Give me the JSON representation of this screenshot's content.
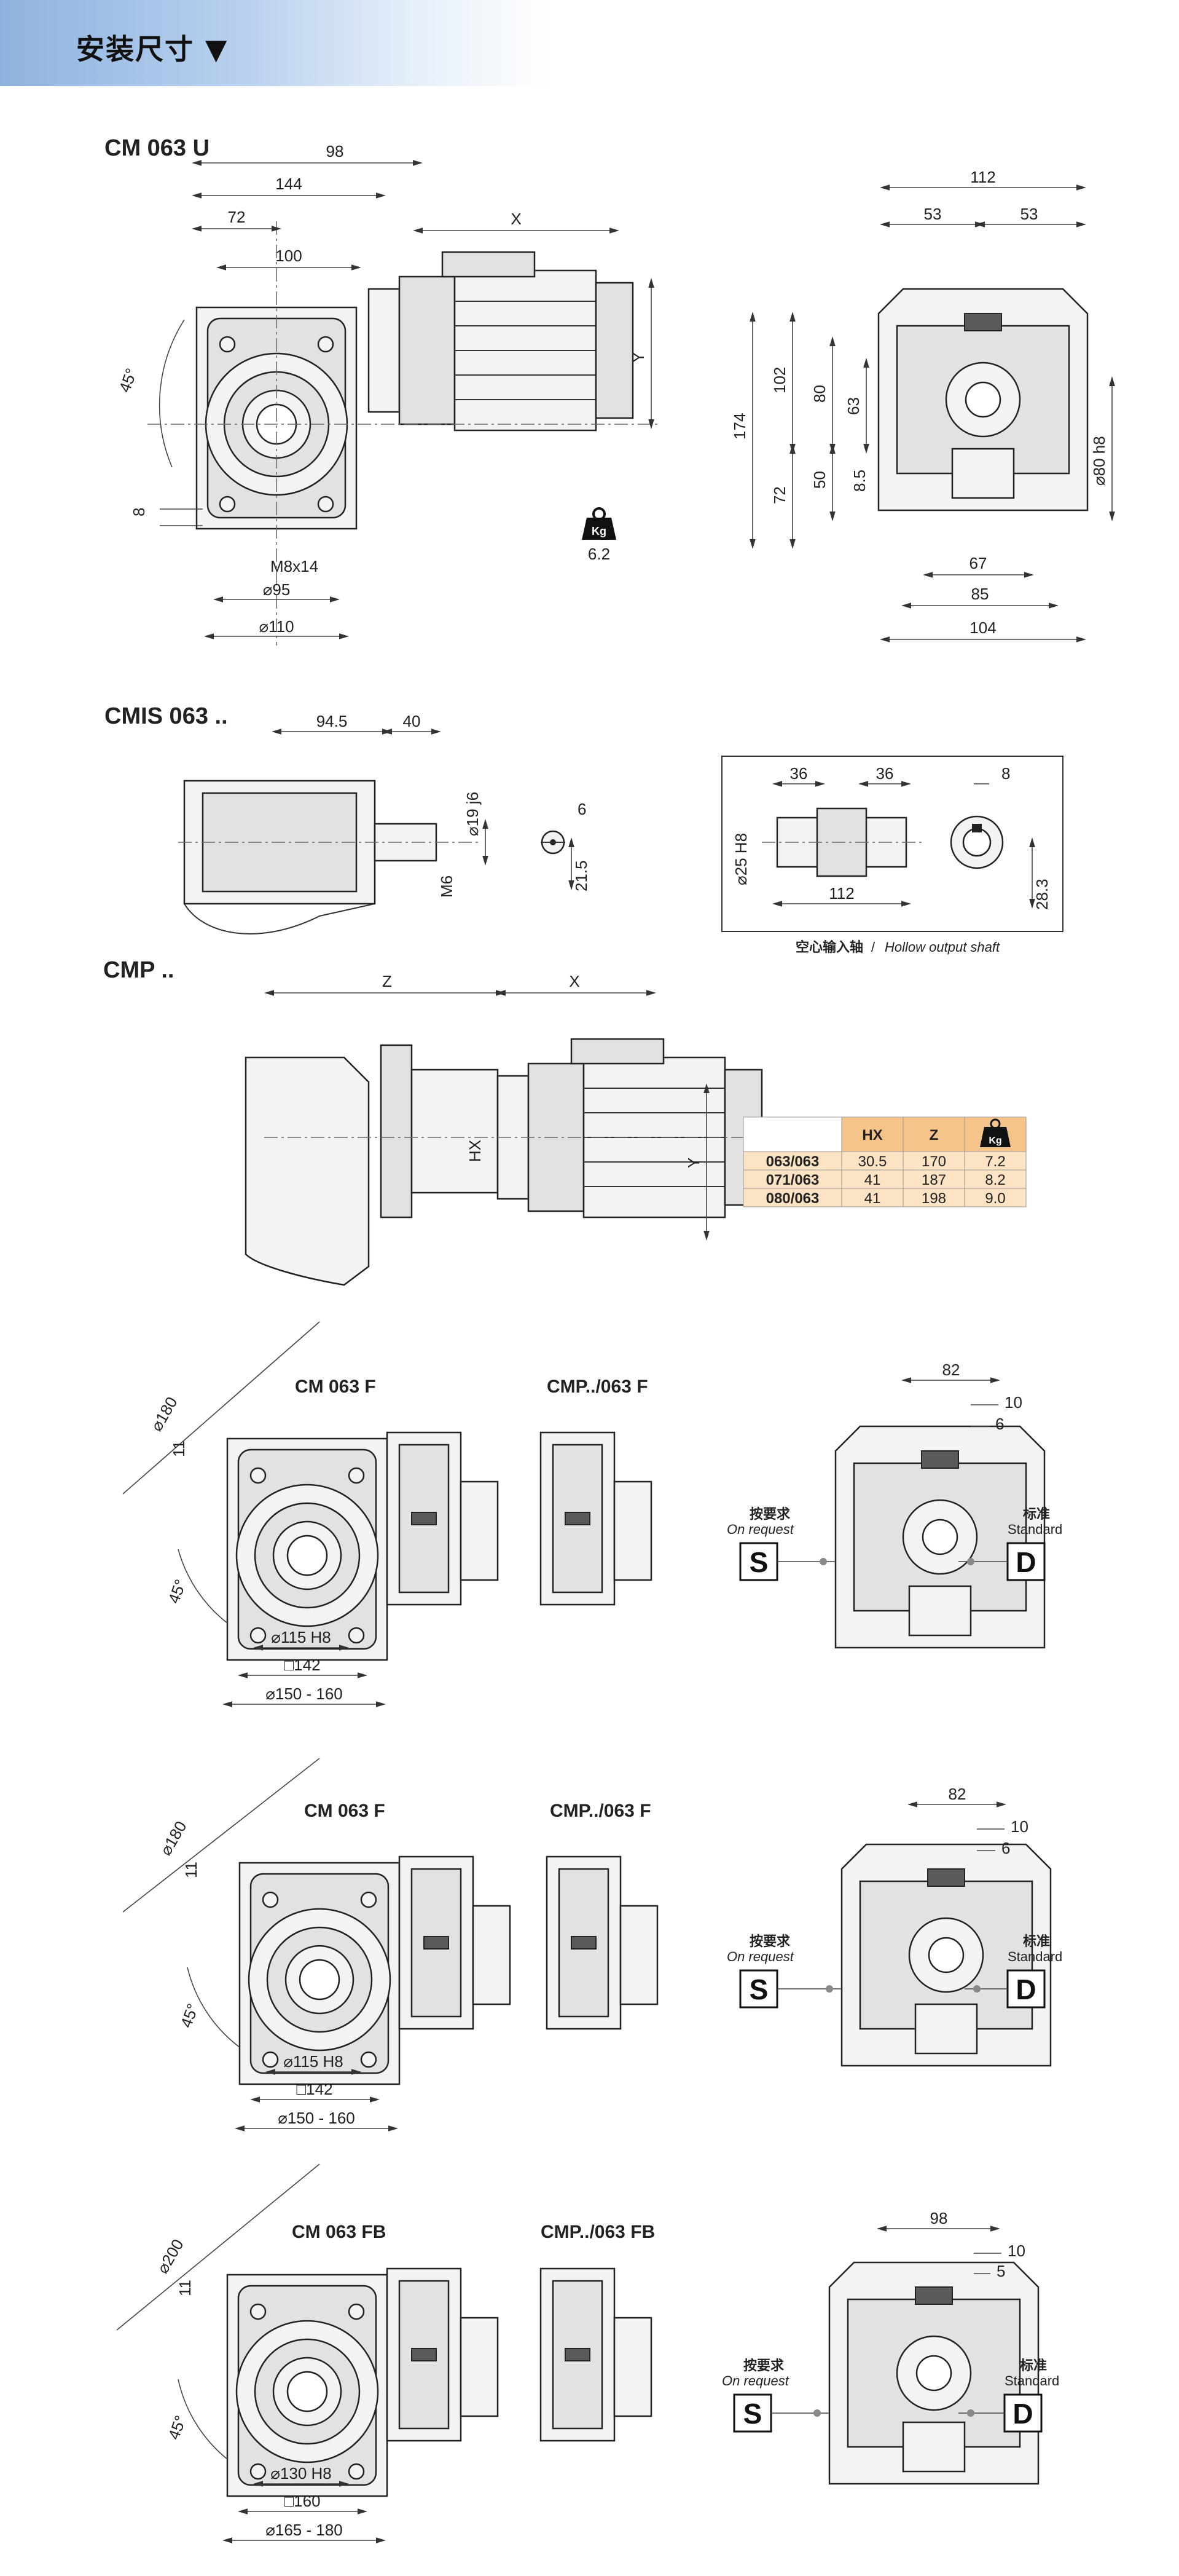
{
  "header": {
    "title": "安装尺寸 ▼"
  },
  "sections": {
    "cm063u": {
      "title": "CM 063 U",
      "dims_front": [
        "98",
        "144",
        "72",
        "100",
        "45°",
        "8",
        "M8x14",
        "⌀95",
        "⌀110",
        "X",
        "Y"
      ],
      "weight": "6.2",
      "dims_side": [
        "112",
        "53",
        "53",
        "102",
        "174",
        "80",
        "63",
        "72",
        "50",
        "8.5",
        "⌀80 h8",
        "67",
        "85",
        "104"
      ]
    },
    "cmis": {
      "title": "CMIS 063 ..",
      "dims": [
        "94.5",
        "40",
        "⌀19 j6",
        "M6",
        "6",
        "21.5"
      ],
      "shaft_dims": [
        "36",
        "36",
        "8",
        "⌀25 H8",
        "112",
        "28.3"
      ],
      "caption_cn": "空心输入轴",
      "caption_en": "Hollow output shaft",
      "caption_sep": " / "
    },
    "cmp": {
      "title": "CMP ..",
      "dims": [
        "Z",
        "X",
        "HX",
        "Y"
      ],
      "table": {
        "headers": [
          "",
          "HX",
          "Z",
          "Kg"
        ],
        "rows": [
          [
            "063/063",
            "30.5",
            "170",
            "7.2"
          ],
          [
            "071/063",
            "41",
            "187",
            "8.2"
          ],
          [
            "080/063",
            "41",
            "198",
            "9.0"
          ]
        ]
      }
    },
    "flange_a": {
      "title_left": "CM 063 F",
      "title_right": "CMP../063 F",
      "dims": [
        "⌀180",
        "11",
        "45°",
        "⌀115 H8",
        "□142",
        "⌀150 - 160"
      ],
      "side_dims": [
        "82",
        "10",
        "6"
      ],
      "on_request_cn": "按要求",
      "on_request_en": "On request",
      "standard_cn": "标准",
      "standard_en": "Standard",
      "s": "S",
      "d": "D"
    },
    "flange_b": {
      "title_left": "CM 063 F",
      "title_right": "CMP../063 F",
      "dims": [
        "⌀180",
        "11",
        "45°",
        "⌀115 H8",
        "□142",
        "⌀150 - 160"
      ],
      "side_dims": [
        "82",
        "10",
        "6"
      ],
      "on_request_cn": "按要求",
      "on_request_en": "On request",
      "standard_cn": "标准",
      "standard_en": "Standard",
      "s": "S",
      "d": "D"
    },
    "flange_c": {
      "title_left": "CM 063 FB",
      "title_right": "CMP../063 FB",
      "dims": [
        "⌀200",
        "11",
        "45°",
        "⌀130 H8",
        "□160",
        "⌀165 - 180"
      ],
      "side_dims": [
        "98",
        "10",
        "5"
      ],
      "on_request_cn": "按要求",
      "on_request_en": "On request",
      "standard_cn": "标准",
      "standard_en": "Standard",
      "s": "S",
      "d": "D"
    }
  }
}
